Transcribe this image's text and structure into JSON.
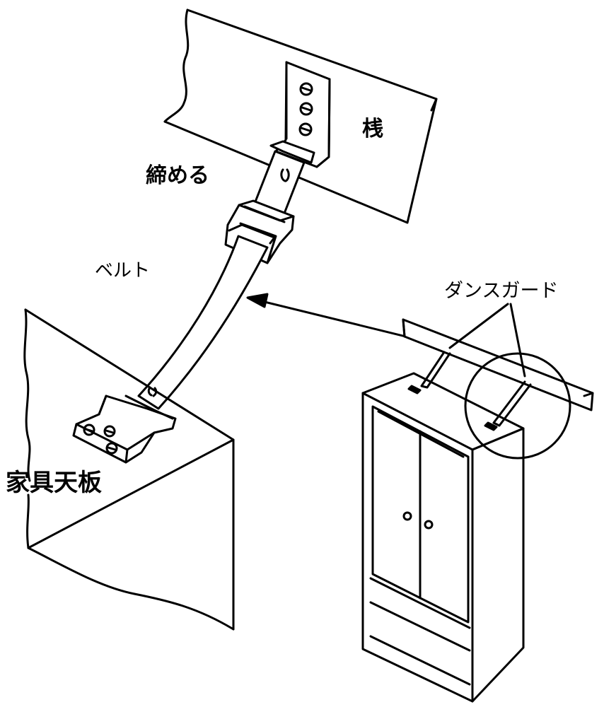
{
  "labels": {
    "beam": "桟",
    "tighten": "締める",
    "belt": "ベルト",
    "guard": "ダンスガード",
    "furniture_top": "家具天板"
  },
  "colors": {
    "ink": "#000000",
    "paper": "#ffffff"
  }
}
